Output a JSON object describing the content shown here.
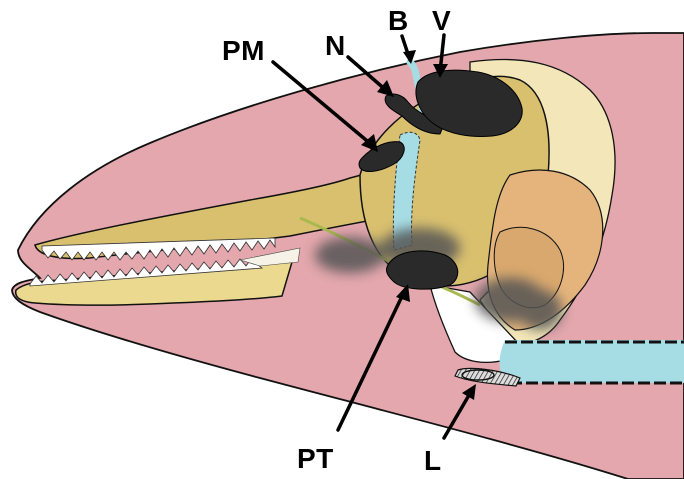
{
  "diagram": {
    "subject": "",
    "labels": [
      {
        "key": "B",
        "text": "B"
      },
      {
        "key": "V",
        "text": "V"
      },
      {
        "key": "PM",
        "text": "PM"
      },
      {
        "key": "N",
        "text": "N"
      },
      {
        "key": "PT",
        "text": "PT"
      },
      {
        "key": "L",
        "text": "L"
      }
    ]
  },
  "colors": {
    "skin": "#e3a7ad",
    "bone": "#d9c06f",
    "bone_light": "#ead98f",
    "bone_pale": "#f3e6b8",
    "bone_orange": "#e4b47c",
    "airway_blue": "#a6dde4",
    "dark_structure": "#2a2a2a",
    "smudge": "#555555",
    "outline": "#111111"
  }
}
